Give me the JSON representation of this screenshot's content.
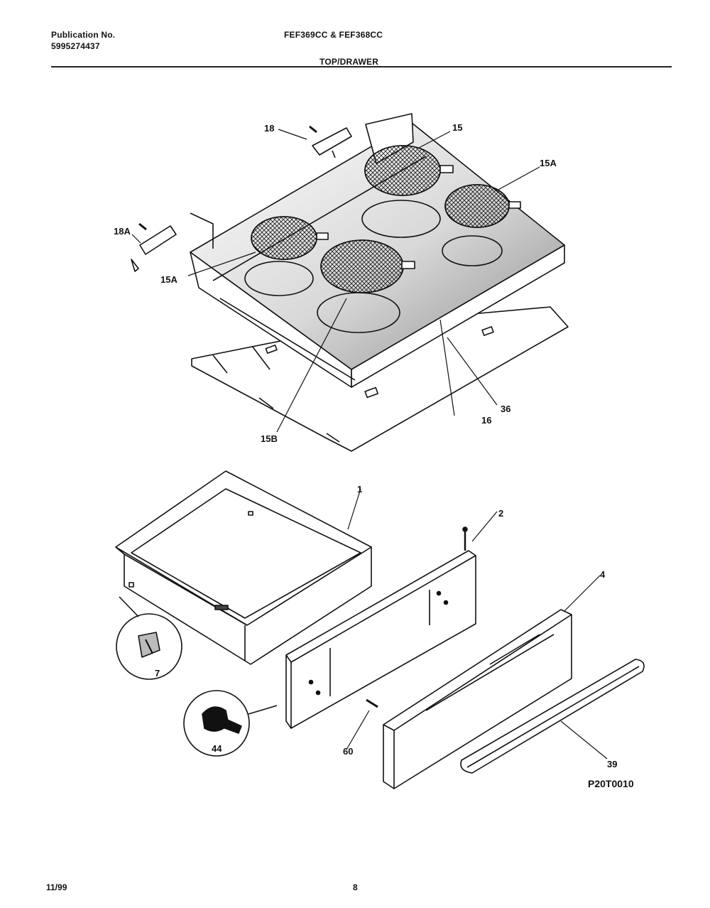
{
  "header": {
    "publication_label": "Publication No.",
    "publication_number": "5995274437",
    "models": "FEF369CC & FEF368CC",
    "section_title": "TOP/DRAWER"
  },
  "callouts": {
    "c18_top": "18",
    "c15": "15",
    "c15A_right": "15A",
    "c18A": "18A",
    "c15A_left": "15A",
    "c15B": "15B",
    "c16": "16",
    "c36": "36",
    "c1": "1",
    "c2": "2",
    "c4": "4",
    "c7": "7",
    "c44": "44",
    "c60": "60",
    "c39": "39"
  },
  "diagram_code": "P20T0010",
  "footer": {
    "date": "11/99",
    "page": "8"
  }
}
